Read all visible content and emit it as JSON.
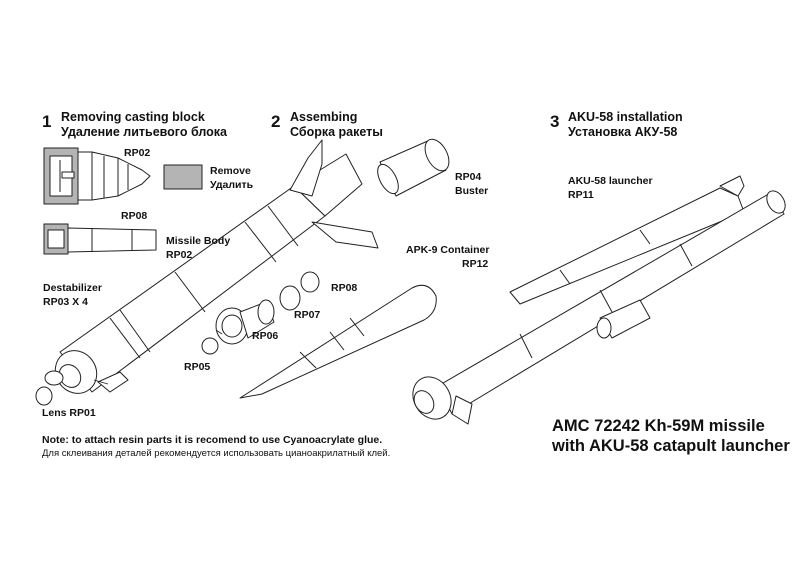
{
  "steps": [
    {
      "number": "1",
      "title_en": "Removing casting block",
      "title_ru": "Удаление литьевого блока"
    },
    {
      "number": "2",
      "title_en": "Assembing",
      "title_ru": "Сборка ракеты"
    },
    {
      "number": "3",
      "title_en": "AKU-58 installation",
      "title_ru": "Установка АКУ-58"
    }
  ],
  "labels": {
    "rp02_top": "RP02",
    "rp08_top": "RP08",
    "remove_en": "Remove",
    "remove_ru": "Удалить",
    "missile_body": "Missile Body",
    "missile_body_code": "RP02",
    "destabilizer": "Destabilizer",
    "destabilizer_code": "RP03 X 4",
    "lens": "Lens RP01",
    "rp05": "RP05",
    "rp06": "RP06",
    "rp07": "RP07",
    "rp08_mid": "RP08",
    "rp04": "RP04",
    "buster": "Buster",
    "apk_container": "APK-9 Container",
    "apk_code": "RP12",
    "aku_launcher": "AKU-58 launcher",
    "aku_code": "RP11"
  },
  "note": {
    "en": "Note: to attach resin parts it is recomend to use Cyanoacrylate glue.",
    "ru": "Для склеивания деталей рекомендуется использовать цианоакрилатный клей."
  },
  "product": {
    "line1": "AMC 72242  Kh-59M missile",
    "line2": "with AKU-58 catapult launcher"
  },
  "colors": {
    "line": "#222222",
    "part_fill": "#ffffff",
    "swatch_fill": "#b4b4b4",
    "frame_bg": "#f1f1f1"
  }
}
